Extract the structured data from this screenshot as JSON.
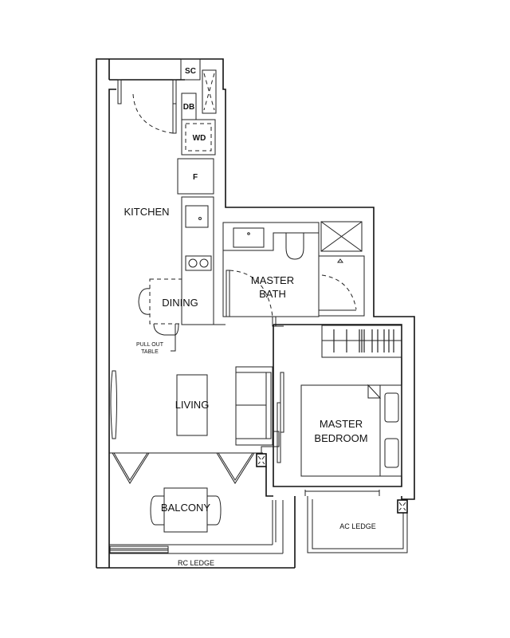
{
  "plan": {
    "rooms": {
      "kitchen": "KITCHEN",
      "dining": "DINING",
      "living": "LIVING",
      "balcony": "BALCONY",
      "master_bath_line1": "MASTER",
      "master_bath_line2": "BATH",
      "master_bedroom_line1": "MASTER",
      "master_bedroom_line2": "BEDROOM",
      "ac_ledge": "AC LEDGE",
      "rc_ledge": "RC LEDGE"
    },
    "fixtures": {
      "sc": "SC",
      "db": "DB",
      "wd": "WD",
      "fridge": "F",
      "pull_out_line1": "PULL OUT",
      "pull_out_line2": "TABLE"
    }
  }
}
